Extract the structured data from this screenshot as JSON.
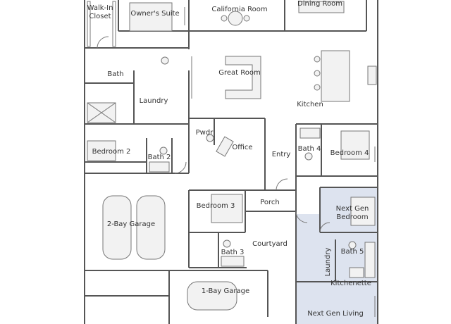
{
  "rooms": {
    "walk_in_closet": [
      "Walk-In",
      "Closet"
    ],
    "owners_suite": "Owner's Suite",
    "california_room": "California Room",
    "dining_room": "Dining Room",
    "bath": "Bath",
    "great_room": "Great Room",
    "laundry": "Laundry",
    "kitchen": "Kitchen",
    "pwdr": "Pwdr",
    "office": "Office",
    "entry": "Entry",
    "bath4": "Bath 4",
    "bedroom4": "Bedroom 4",
    "bedroom2": "Bedroom 2",
    "bath2": "Bath 2",
    "garage2": "2-Bay Garage",
    "bedroom3": "Bedroom 3",
    "porch": "Porch",
    "nextgen_bedroom": [
      "Next Gen",
      "Bedroom"
    ],
    "courtyard": "Courtyard",
    "bath3": "Bath 3",
    "bath5": "Bath 5",
    "laundry2": "Laundry",
    "kitchenette": "Kitchenette",
    "garage1": "1-Bay Garage",
    "nextgen_living": "Next Gen Living"
  },
  "colors": {
    "wall": "#555555",
    "nextgen_highlight": "#dde3ef",
    "background": "#ffffff"
  }
}
